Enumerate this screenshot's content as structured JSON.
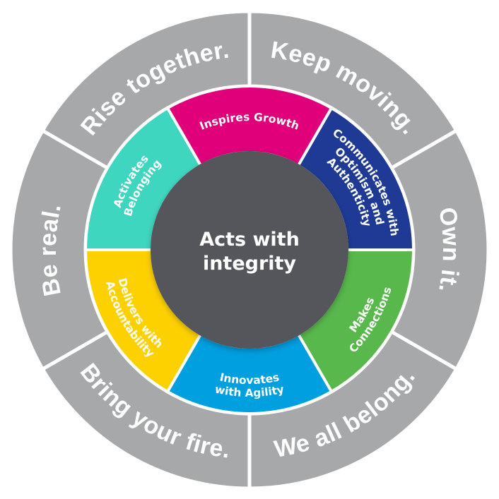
{
  "center": {
    "lines": [
      "Acts with",
      "integrity"
    ],
    "color": "#54565b"
  },
  "outer_ring": {
    "color": "#a7a8aa",
    "values": [
      {
        "label": "Keep moving."
      },
      {
        "label": "Own it."
      },
      {
        "label": "We all belong."
      },
      {
        "label": "Bring your fire."
      },
      {
        "label": "Be real."
      },
      {
        "label": "Rise together."
      }
    ]
  },
  "inner_ring": {
    "behaviors": [
      {
        "lines": [
          "Inspires Growth"
        ],
        "color": "#e0007a"
      },
      {
        "lines": [
          "Communicates with",
          "Optimism and",
          "Authenticity"
        ],
        "color": "#1e3a94"
      },
      {
        "lines": [
          "Makes",
          "Connections"
        ],
        "color": "#58b84c"
      },
      {
        "lines": [
          "Innovates",
          "with Agility"
        ],
        "color": "#009fdf"
      },
      {
        "lines": [
          "Delivers with",
          "Accountability"
        ],
        "color": "#fdd100"
      },
      {
        "lines": [
          "Activates",
          "Belonging"
        ],
        "color": "#3fd6c0"
      }
    ]
  }
}
